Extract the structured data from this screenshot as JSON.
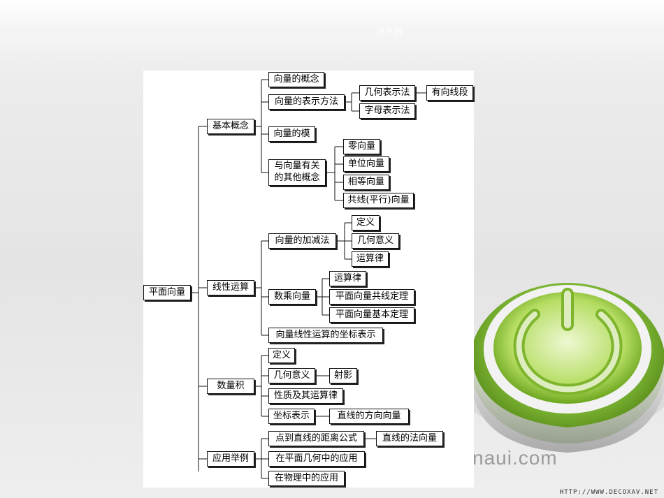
{
  "watermark": "课件网",
  "footer": {
    "url": "HTTP://WWW.DECOXAV.NET"
  },
  "brand": {
    "text": "naui.com"
  },
  "diagram": {
    "root": "平面向量",
    "groups": [
      {
        "label": "基本概念",
        "items": [
          {
            "label": "向量的概念"
          },
          {
            "label": "向量的表示方法",
            "children": [
              {
                "label": "几何表示法",
                "children": [
                  {
                    "label": "有向线段"
                  }
                ]
              },
              {
                "label": "字母表示法"
              }
            ]
          },
          {
            "label": "向量的模"
          },
          {
            "label": "与向量有关的其他概念",
            "children": [
              {
                "label": "零向量"
              },
              {
                "label": "单位向量"
              },
              {
                "label": "相等向量"
              },
              {
                "label": "共线(平行)向量"
              }
            ]
          }
        ]
      },
      {
        "label": "线性运算",
        "items": [
          {
            "label": "向量的加减法",
            "children": [
              {
                "label": "定义"
              },
              {
                "label": "几何意义"
              },
              {
                "label": "运算律"
              }
            ]
          },
          {
            "label": "数乘向量",
            "children": [
              {
                "label": "运算律"
              },
              {
                "label": "平面向量共线定理"
              },
              {
                "label": "平面向量基本定理"
              }
            ]
          },
          {
            "label": "向量线性运算的坐标表示"
          }
        ]
      },
      {
        "label": "数量积",
        "items": [
          {
            "label": "定义"
          },
          {
            "label": "几何意义",
            "children": [
              {
                "label": "射影"
              }
            ]
          },
          {
            "label": "性质及其运算律"
          },
          {
            "label": "坐标表示",
            "children": [
              {
                "label": "直线的方向向量"
              }
            ]
          }
        ]
      },
      {
        "label": "应用举例",
        "items": [
          {
            "label": "点到直线的距离公式",
            "children": [
              {
                "label": "直线的法向量"
              }
            ]
          },
          {
            "label": "在平面几何中的应用"
          },
          {
            "label": "在物理中的应用"
          }
        ]
      }
    ]
  },
  "decor": {
    "ring_colors": [
      "#8cc63f",
      "#5e9a18",
      "#c8e87a"
    ],
    "icon": "power-icon"
  }
}
